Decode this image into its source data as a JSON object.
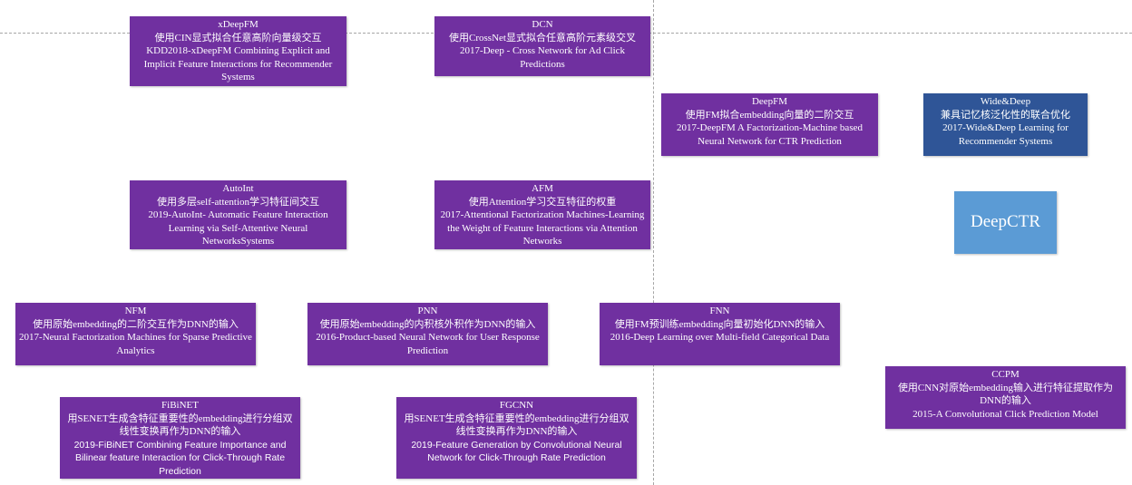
{
  "nodes": {
    "xdeepfm": {
      "name": "xDeepFM",
      "desc": "使用CIN显式拟合任意高阶向量级交互",
      "paper": "KDD2018-xDeepFM Combining Explicit and Implicit Feature Interactions for Recommender Systems"
    },
    "dcn": {
      "name": "DCN",
      "desc": "使用CrossNet显式拟合任意高阶元素级交叉",
      "paper": "2017-Deep - Cross Network for Ad Click Predictions"
    },
    "deepfm": {
      "name": "DeepFM",
      "desc": "使用FM拟合embedding向量的二阶交互",
      "paper": "2017-DeepFM A Factorization-Machine based Neural Network for CTR Prediction"
    },
    "widedeep": {
      "name": "Wide&Deep",
      "desc": "兼具记忆核泛化性的联合优化",
      "paper": "2017-Wide&Deep Learning for Recommender Systems"
    },
    "deepctr": {
      "name": "DeepCTR"
    },
    "autoint": {
      "name": "AutoInt",
      "desc": "使用多层self-attention学习特征间交互",
      "paper": "2019-AutoInt- Automatic Feature Interaction Learning via Self-Attentive Neural NetworksSystems"
    },
    "afm": {
      "name": "AFM",
      "desc": "使用Attention学习交互特征的权重",
      "paper": "2017-Attentional Factorization Machines-Learning the Weight of Feature Interactions via Attention Networks"
    },
    "nfm": {
      "name": "NFM",
      "desc": "使用原始embedding的二阶交互作为DNN的输入",
      "paper": "2017-Neural Factorization Machines for Sparse Predictive Analytics"
    },
    "pnn": {
      "name": "PNN",
      "desc": "使用原始embedding的内积核外积作为DNN的输入",
      "paper": "2016-Product-based Neural Network for User Response Prediction"
    },
    "fnn": {
      "name": "FNN",
      "desc": "使用FM预训练embedding向量初始化DNN的输入",
      "paper": "2016-Deep Learning over Multi-field Categorical Data"
    },
    "ccpm": {
      "name": "CCPM",
      "desc": "使用CNN对原始embedding输入进行特征提取作为DNN的输入",
      "paper": "2015-A Convolutional Click Prediction Model"
    },
    "fibinet": {
      "name": "FiBiNET",
      "desc": "用SENET生成含特征重要性的embedding进行分组双线性变换再作为DNN的输入",
      "paper": "2019-FiBiNET Combining Feature Importance and Bilinear feature Interaction for Click-Through Rate Prediction"
    },
    "fgcnn": {
      "name": "FGCNN",
      "desc": "用SENET生成含特征重要性的embedding进行分组双线性变换再作为DNN的输入",
      "paper": "2019-Feature Generation by Convolutional Neural Network for Click-Through Rate Prediction"
    }
  },
  "colors": {
    "purple": "#7030a0",
    "dark_blue": "#2f5597",
    "light_blue": "#5b9bd5",
    "divider": "#a6a6a6"
  }
}
